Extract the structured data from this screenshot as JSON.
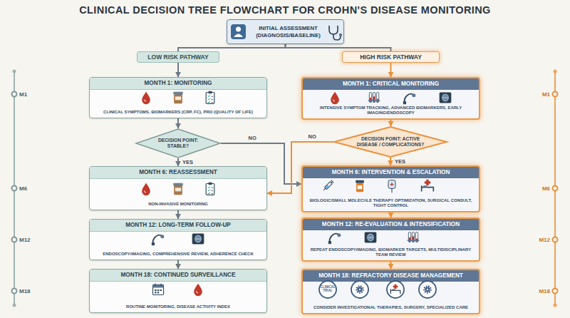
{
  "diagram": {
    "title": "CLINICAL DECISION TREE FLOWCHART FOR CROHN'S DISEASE MONITORING",
    "nodes": [
      {
        "text": [
          "INITIAL ASSESSMENT (DIAGNOSIS/BASELINE)"
        ]
      },
      {
        "text": [
          "LOW RISK PATHWAY"
        ]
      },
      {
        "text": [
          "HIGH RISK PATHWAY"
        ]
      },
      {
        "text": [
          "MONTH 1: MONITORING",
          "CLINICAL SYMPTOMS, BIOMARKERS (CRP, FC), PRO (QUALITY OF LIFE)"
        ]
      },
      {
        "text": [
          "MONTH 1: CRITICAL MONITORING",
          "INTENSIVE SYMPTOM TRACKING, ADVANCED BIOMARKERS, EARLY IMAGING/ENDOSCOPY"
        ]
      },
      {
        "text": [
          "DECISION POINT: STABLE?"
        ]
      },
      {
        "text": [
          "DECISION POINT: ACTIVE DISEASE / COMPLICATIONS?"
        ]
      },
      {
        "text": [
          "MONTH 6: REASSESSMENT",
          "NON-INVASIVE MONITORING"
        ]
      },
      {
        "text": [
          "MONTH 6: INTERVENTION & ESCALATION",
          "BIOLOGIC/SMALL MOLECULE THERAPY OPTIMIZATION, SURGICAL CONSULT, TIGHT CONTROL"
        ]
      },
      {
        "text": [
          "MONTH 12: LONG-TERM FOLLOW-UP",
          "ENDOSCOPY/IMAGING, COMPREHENSIVE REVIEW, ADHERENCE CHECK"
        ]
      },
      {
        "text": [
          "MONTH 12: RE-EVALUATION & INTENSIFICATION",
          "REPEAT ENDOSCOPY/IMAGING, BIOMARKER TARGETS, MULTIDISCIPLINARY TEAM REVIEW"
        ]
      },
      {
        "text": [
          "MONTH 18: CONTINUED SURVEILLANCE",
          "ROUTINE MONITORING, DISEASE ACTIVITY INDEX"
        ]
      },
      {
        "text": [
          "MONTH 18: REFRACTORY DISEASE MANAGEMENT",
          "CONSIDER INVESTIGATIONAL THERAPIES, SURGERY, SPECIALIZED CARE"
        ]
      }
    ],
    "edges": [
      {
        "from": 0,
        "to": 1,
        "arrow": "none"
      },
      {
        "from": 1,
        "to": 3,
        "arrow": "to"
      },
      {
        "from": 0,
        "to": 2,
        "arrow": "none"
      },
      {
        "from": 2,
        "to": 4,
        "arrow": "to"
      },
      {
        "from": 3,
        "to": 5,
        "arrow": "to"
      },
      {
        "from": 4,
        "to": 6,
        "arrow": "to"
      },
      {
        "from": 5,
        "to": 7,
        "label": "YES",
        "arrow": "to"
      },
      {
        "from": 5,
        "to": 8,
        "label": "NO",
        "arrow": "to"
      },
      {
        "from": 6,
        "to": 8,
        "label": "YES",
        "arrow": "to"
      },
      {
        "from": 6,
        "to": 7,
        "label": "NO",
        "arrow": "to"
      },
      {
        "from": 7,
        "to": 9,
        "arrow": "to"
      },
      {
        "from": 8,
        "to": 10,
        "arrow": "to"
      },
      {
        "from": 9,
        "to": 11,
        "arrow": "to"
      },
      {
        "from": 10,
        "to": 12,
        "arrow": "to"
      }
    ],
    "labels": [
      "M1",
      "M6",
      "M12",
      "M18",
      "M1",
      "M6",
      "M12",
      "M18",
      "CLINICAL TRIAL"
    ]
  }
}
